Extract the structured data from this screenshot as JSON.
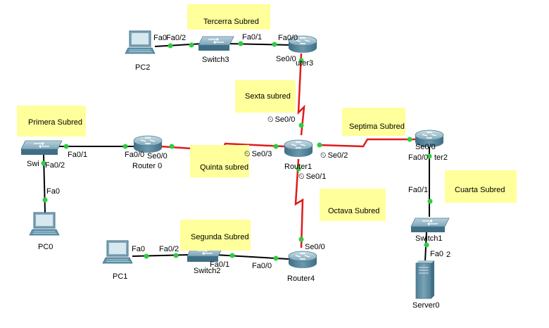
{
  "colors": {
    "note": "#ffff9b",
    "link_ethernet": "#000000",
    "link_serial": "#e01b1b",
    "port_up": "#2ecc40",
    "device_body": "#5f95ad"
  },
  "notes": {
    "primera": "Primera Subred",
    "segunda": "Segunda Subred",
    "tercera": "Tercerra Subred",
    "cuarta": "Cuarta Subred",
    "quinta": "Quinta subred",
    "sexta": "Sexta subred",
    "septima": "Septima Subred",
    "octava": "Octava Subred"
  },
  "devices": {
    "pc0": "PC0",
    "pc1": "PC1",
    "pc2": "PC2",
    "router0": "Router 0",
    "router1": "Router1",
    "router2_partial": "ter2",
    "router3_partial": "uter3",
    "router4": "Router4",
    "switch0_partial": "Swi",
    "switch1": "Switch1",
    "switch2": "Switch2",
    "switch3": "Switch3",
    "server0": "Server0"
  },
  "ports": {
    "sw0_fa01": "Fa0/1",
    "sw0_fa02": "Fa0/2",
    "pc0_fa0": "Fa0",
    "r0_fa00": "Fa0/0",
    "r0_se00": "Se0/0",
    "r1_se03": "Se0/3",
    "r1_se00": "Se0/0",
    "r1_se02": "Se0/2",
    "r1_se01": "Se0/1",
    "r2_se00": "Se0/0",
    "r2_fa00": "Fa0/0",
    "sw1_fa01": "Fa0/1",
    "sw1_fa0x": "Fa0",
    "server_port_digit": "2",
    "r3_se00": "Se0/0",
    "r3_fa00": "Fa0/0",
    "sw3_fa01": "Fa0/1",
    "sw3_fa02": "Fa0/2",
    "pc2_fa0_partial": "Fa0",
    "r4_se00": "Se0/0",
    "r4_fa00": "Fa0/0",
    "sw2_fa01": "Fa0/1",
    "sw2_fa02": "Fa0/2",
    "pc1_fa0": "Fa0"
  },
  "icons": {
    "clock": "⏲"
  }
}
